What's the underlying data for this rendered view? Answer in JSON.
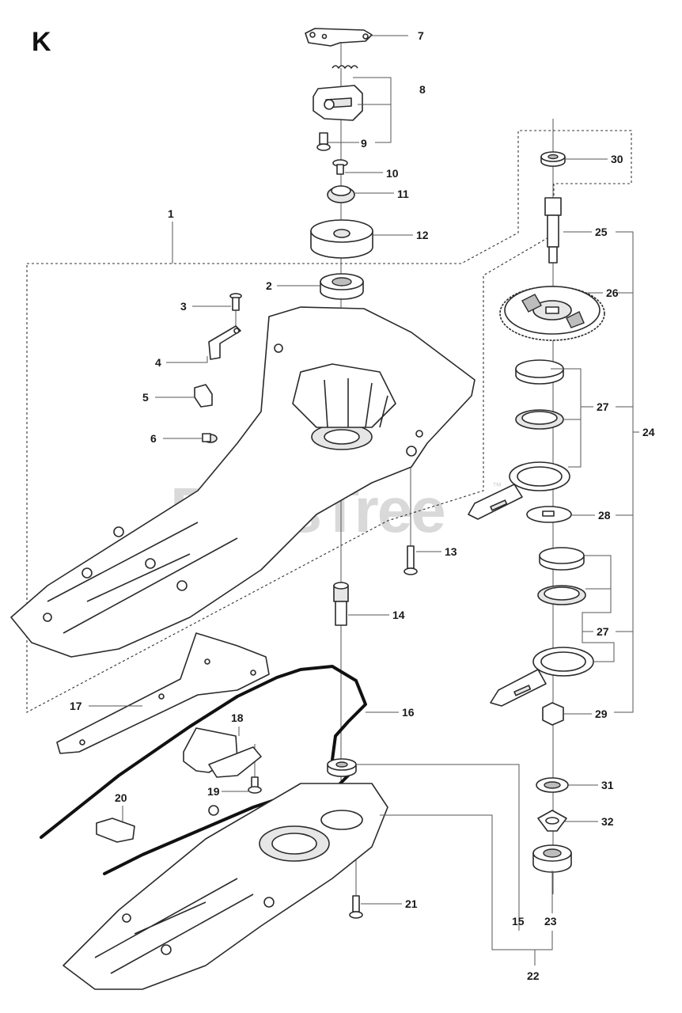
{
  "section_label": "K",
  "watermark": {
    "text": "PartsTree",
    "trademark": "™"
  },
  "callouts": {
    "c1": "1",
    "c2": "2",
    "c3": "3",
    "c4": "4",
    "c5": "5",
    "c6": "6",
    "c7": "7",
    "c8": "8",
    "c9": "9",
    "c10": "10",
    "c11": "11",
    "c12": "12",
    "c13": "13",
    "c14": "14",
    "c15": "15",
    "c16": "16",
    "c17": "17",
    "c18": "18",
    "c19": "19",
    "c20": "20",
    "c21": "21",
    "c22": "22",
    "c23": "23",
    "c24": "24",
    "c25": "25",
    "c26": "26",
    "c27a": "27",
    "c27b": "27",
    "c28": "28",
    "c29": "29",
    "c30": "30",
    "c31": "31",
    "c32": "32"
  },
  "colors": {
    "line": "#2a2a2a",
    "cable": "#111111",
    "watermark": "#d9d9d9"
  }
}
